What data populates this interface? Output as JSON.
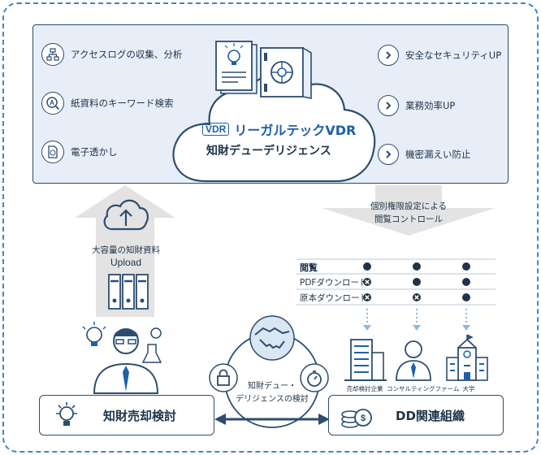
{
  "features_left": [
    {
      "label": "アクセスログの収集、分析",
      "icon": "flow-network-icon"
    },
    {
      "label": "紙資料のキーワード検索",
      "icon": "search-a-icon"
    },
    {
      "label": "電子透かし",
      "icon": "watermark-document-icon"
    }
  ],
  "benefits_right": [
    {
      "label": "安全なセキュリティUP",
      "icon": "chevron-right-icon"
    },
    {
      "label": "業務効率UP",
      "icon": "chevron-right-icon"
    },
    {
      "label": "機密漏えい防止",
      "icon": "chevron-right-icon"
    }
  ],
  "cloud": {
    "vdr_badge": "VDR",
    "product_name": "リーガルテックVDR",
    "subtitle": "知財デューデリジェンス"
  },
  "upload": {
    "line1": "大容量の知財資料",
    "line2": "Upload"
  },
  "access_control": {
    "line1": "個別権限設定による",
    "line2": "閲覧コントロール"
  },
  "permission_table": {
    "rows": [
      {
        "label": "閲覧",
        "cells": [
          "allowed",
          "allowed",
          "allowed"
        ]
      },
      {
        "label": "PDFダウンロード",
        "cells": [
          "denied",
          "allowed",
          "allowed"
        ]
      },
      {
        "label": "原本ダウンロード",
        "cells": [
          "denied",
          "denied",
          "allowed"
        ]
      }
    ]
  },
  "organizations": [
    {
      "label": "売却検討企業",
      "icon": "building-icon"
    },
    {
      "label": "コンサルティングファーム",
      "icon": "consultant-icon"
    },
    {
      "label": "大学",
      "icon": "university-icon"
    }
  ],
  "center_circle": {
    "line1": "知財デュー・",
    "line2": "デリジェンスの検討"
  },
  "left_box": "知財売却検討",
  "right_box": "DD関連組織",
  "colors": {
    "navy": "#1f3349",
    "panel_bg": "#e7eef8",
    "frame": "#3f86c8",
    "accent_blue": "#1f5fa8",
    "grey_arrow": "#e3e3e3"
  }
}
